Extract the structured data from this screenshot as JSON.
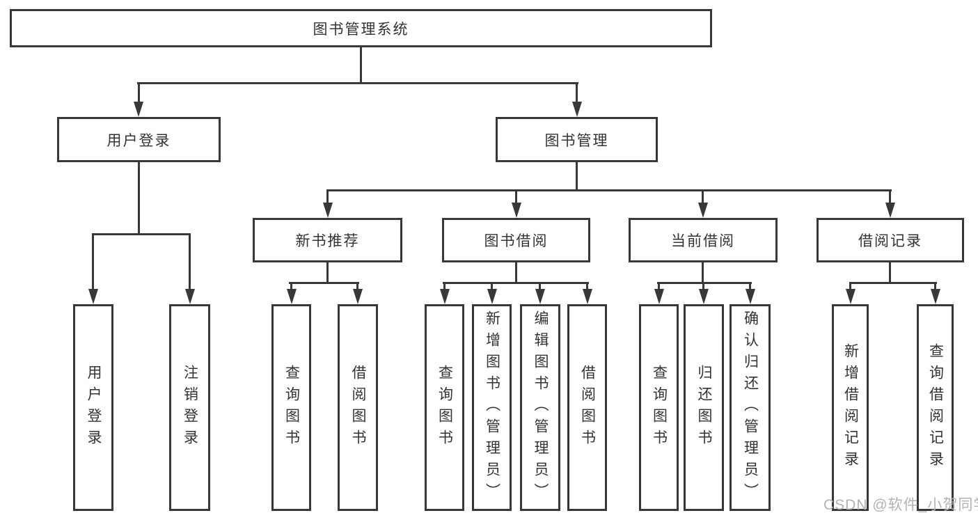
{
  "diagram": {
    "root": {
      "label": "图书管理系统"
    },
    "level2": [
      {
        "label": "用户登录"
      },
      {
        "label": "图书管理"
      }
    ],
    "level3": [
      {
        "label": "新书推荐"
      },
      {
        "label": "图书借阅"
      },
      {
        "label": "当前借阅"
      },
      {
        "label": "借阅记录"
      }
    ],
    "leaves": {
      "user_login": [
        {
          "label": "用户登录"
        },
        {
          "label": "注销登录"
        }
      ],
      "new_book_recommend": [
        {
          "label": "查询图书"
        },
        {
          "label": "借阅图书"
        }
      ],
      "book_borrow": [
        {
          "label": "查询图书"
        },
        {
          "label": "新增图书（管理员）"
        },
        {
          "label": "编辑图书（管理员）"
        },
        {
          "label": "借阅图书"
        }
      ],
      "current_borrow": [
        {
          "label": "查询图书"
        },
        {
          "label": "归还图书"
        },
        {
          "label": "确认归还（管理员）"
        }
      ],
      "borrow_records": [
        {
          "label": "新增借阅记录"
        },
        {
          "label": "查询借阅记录"
        }
      ]
    },
    "colors": {
      "line": "#383838",
      "box_border": "#383838",
      "text": "#333333",
      "background": "#ffffff"
    }
  },
  "watermark": {
    "text": "CSDN @软件_小贺同学",
    "color": "#b3b3b3"
  }
}
